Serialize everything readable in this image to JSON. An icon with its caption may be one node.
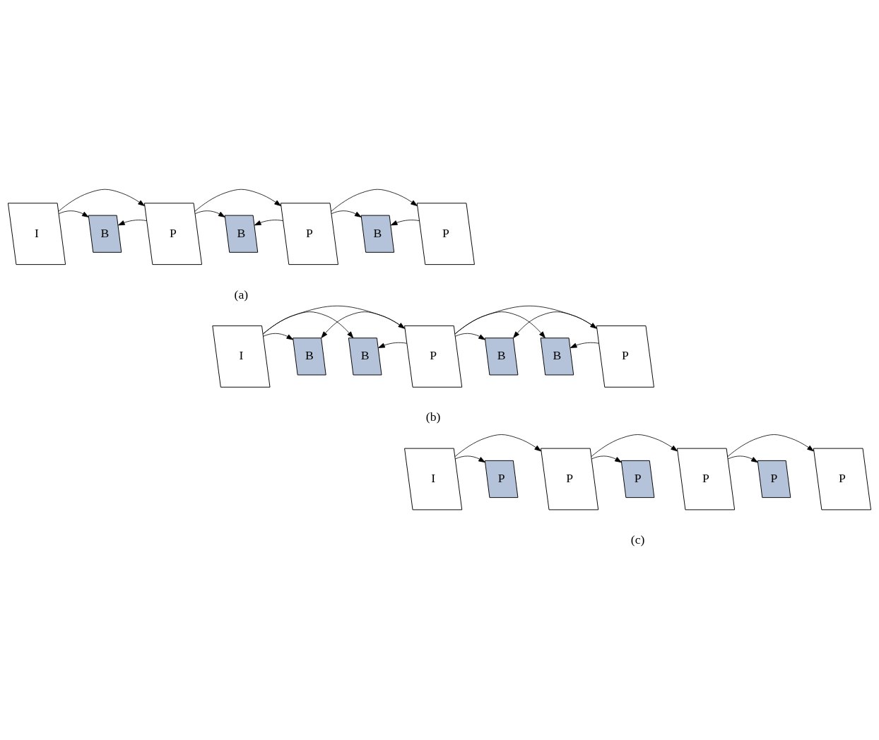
{
  "diagram": {
    "nodes": [
      {
        "text": [
          "I"
        ]
      },
      {
        "text": [
          "B"
        ]
      },
      {
        "text": [
          "P"
        ]
      },
      {
        "text": [
          "B"
        ]
      },
      {
        "text": [
          "P"
        ]
      },
      {
        "text": [
          "B"
        ]
      },
      {
        "text": [
          "P"
        ]
      },
      {
        "text": [
          "I"
        ]
      },
      {
        "text": [
          "B"
        ]
      },
      {
        "text": [
          "B"
        ]
      },
      {
        "text": [
          "P"
        ]
      },
      {
        "text": [
          "B"
        ]
      },
      {
        "text": [
          "B"
        ]
      },
      {
        "text": [
          "P"
        ]
      },
      {
        "text": [
          "I"
        ]
      },
      {
        "text": [
          "P"
        ]
      },
      {
        "text": [
          "P"
        ]
      },
      {
        "text": [
          "P"
        ]
      },
      {
        "text": [
          "P"
        ]
      },
      {
        "text": [
          "P"
        ]
      },
      {
        "text": [
          "P"
        ]
      }
    ],
    "edges": [
      {
        "from": 0,
        "to": 2,
        "arrow": "to"
      },
      {
        "from": 2,
        "to": 4,
        "arrow": "to"
      },
      {
        "from": 4,
        "to": 6,
        "arrow": "to"
      },
      {
        "from": 0,
        "to": 1,
        "arrow": "to"
      },
      {
        "from": 2,
        "to": 1,
        "arrow": "to"
      },
      {
        "from": 2,
        "to": 3,
        "arrow": "to"
      },
      {
        "from": 4,
        "to": 3,
        "arrow": "to"
      },
      {
        "from": 4,
        "to": 5,
        "arrow": "to"
      },
      {
        "from": 6,
        "to": 5,
        "arrow": "to"
      },
      {
        "from": 7,
        "to": 10,
        "arrow": "to"
      },
      {
        "from": 10,
        "to": 13,
        "arrow": "to"
      },
      {
        "from": 7,
        "to": 8,
        "arrow": "to"
      },
      {
        "from": 7,
        "to": 9,
        "arrow": "to"
      },
      {
        "from": 10,
        "to": 8,
        "arrow": "to"
      },
      {
        "from": 10,
        "to": 9,
        "arrow": "to"
      },
      {
        "from": 10,
        "to": 11,
        "arrow": "to"
      },
      {
        "from": 10,
        "to": 12,
        "arrow": "to"
      },
      {
        "from": 13,
        "to": 11,
        "arrow": "to"
      },
      {
        "from": 13,
        "to": 12,
        "arrow": "to"
      },
      {
        "from": 14,
        "to": 16,
        "arrow": "to"
      },
      {
        "from": 16,
        "to": 18,
        "arrow": "to"
      },
      {
        "from": 18,
        "to": 20,
        "arrow": "to"
      },
      {
        "from": 14,
        "to": 15,
        "arrow": "to"
      },
      {
        "from": 16,
        "to": 17,
        "arrow": "to"
      },
      {
        "from": 18,
        "to": 19,
        "arrow": "to"
      }
    ],
    "labels": [
      "(a)",
      "(b)",
      "(c)"
    ]
  }
}
